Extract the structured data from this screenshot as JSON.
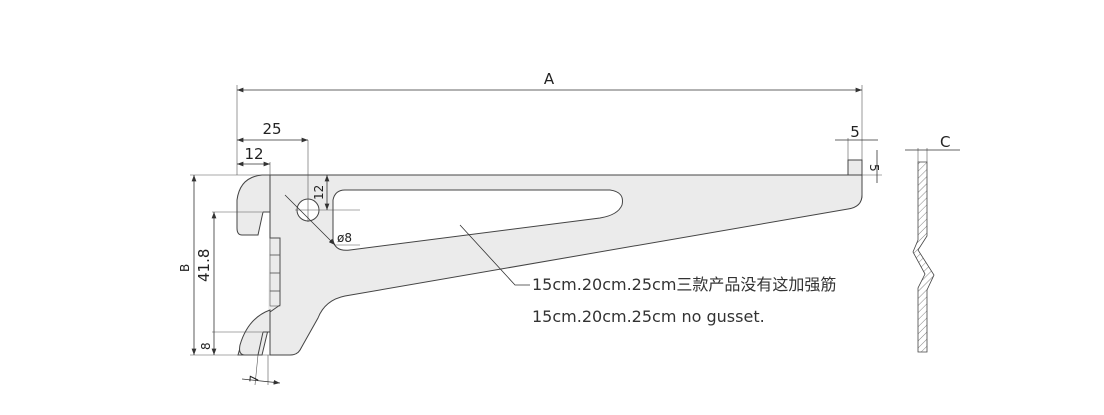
{
  "dimensions": {
    "overall_length": "A",
    "hook_offset": "25",
    "hook_width": "12",
    "hole_offset": "12",
    "hole_diameter": "ø8",
    "height": "B",
    "hook_spacing": "41.8",
    "lower_hook_height": "8",
    "slot_width": "7",
    "tip_width": "5",
    "tip_height": "5",
    "thickness": "C"
  },
  "notes": {
    "chinese": "15cm.20cm.25cm三款产品没有这加强筋",
    "english": "15cm.20cm.25cm no gusset."
  },
  "colors": {
    "part_fill": "#ebebeb",
    "line": "#444444"
  }
}
